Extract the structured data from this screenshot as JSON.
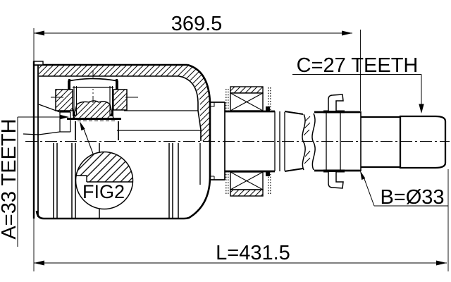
{
  "drawing": {
    "kind": "cv-axle-technical-drawing",
    "labels": {
      "top_dimension": "369.5",
      "bottom_dimension": "L=431.5",
      "left_spline": "A=33 TEETH",
      "right_spline": "C=27 TEETH",
      "diameter": "B=Ø33",
      "detail": "FIG2"
    },
    "colors": {
      "line": "#000000",
      "background": "#ffffff"
    }
  }
}
